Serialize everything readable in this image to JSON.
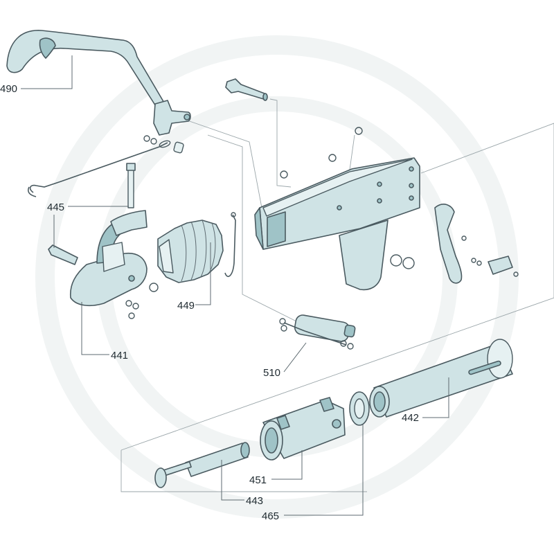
{
  "diagram": {
    "callouts": [
      {
        "id": "490",
        "label": "490"
      },
      {
        "id": "445",
        "label": "445"
      },
      {
        "id": "449",
        "label": "449"
      },
      {
        "id": "441",
        "label": "441"
      },
      {
        "id": "510",
        "label": "510"
      },
      {
        "id": "442",
        "label": "442"
      },
      {
        "id": "451",
        "label": "451"
      },
      {
        "id": "443",
        "label": "443"
      },
      {
        "id": "465",
        "label": "465"
      }
    ],
    "colors": {
      "part_fill": "#cfe3e5",
      "part_shade": "#9fc3c7",
      "outline": "#4a5a60",
      "watermark": "#f1f4f4"
    }
  }
}
